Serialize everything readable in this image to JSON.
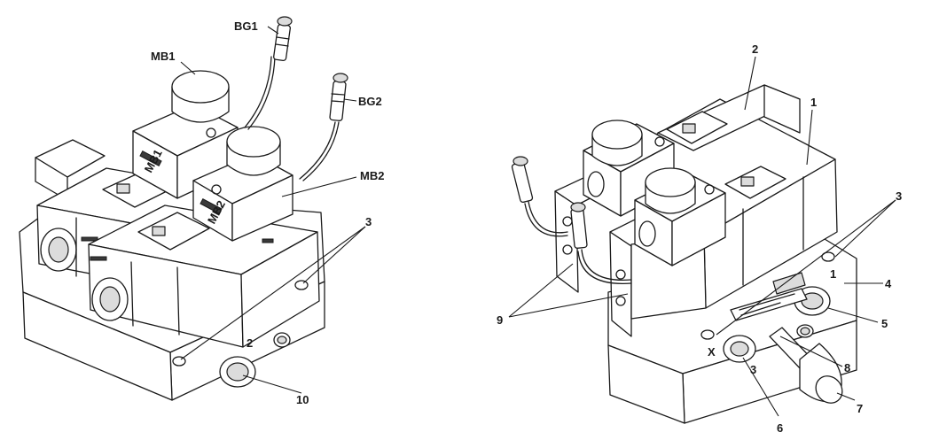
{
  "left_view": {
    "labels": {
      "bg1": "BG1",
      "bg2": "BG2",
      "mb1": "MB1",
      "mb2": "MB2",
      "item3": "3",
      "item10": "10",
      "port2": "2",
      "coil1_tag": "MB1",
      "coil2_tag": "MB2"
    }
  },
  "right_view": {
    "labels": {
      "item1": "1",
      "item2": "2",
      "item3": "3",
      "item4": "4",
      "item5": "5",
      "item6": "6",
      "item7": "7",
      "item8": "8",
      "item9": "9",
      "port1": "1",
      "port3": "3",
      "port_x": "X"
    }
  }
}
